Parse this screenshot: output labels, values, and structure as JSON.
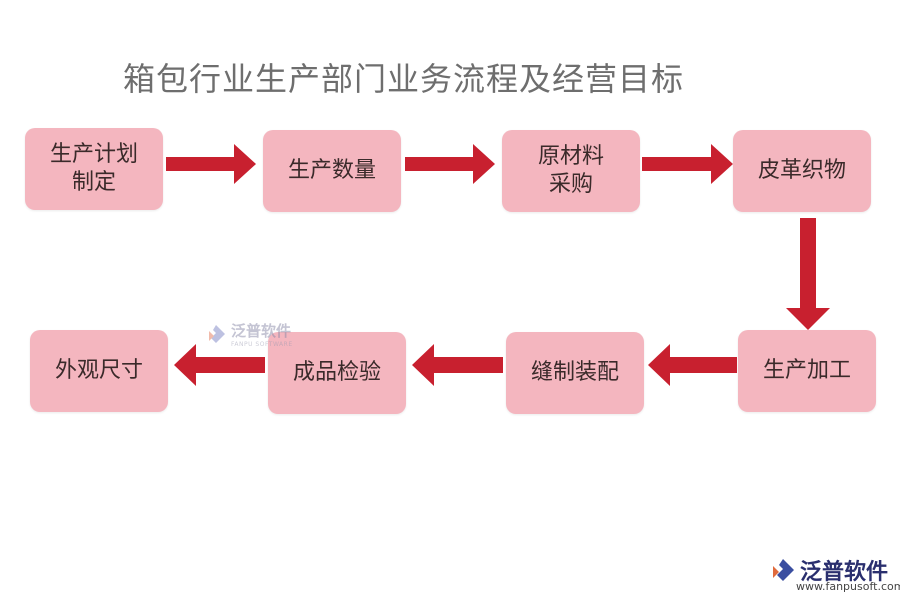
{
  "title": "箱包行业生产部门业务流程及经营目标",
  "steps": [
    {
      "label": "生产计划\n制定"
    },
    {
      "label": "生产数量"
    },
    {
      "label": "原材料\n采购"
    },
    {
      "label": "皮革织物"
    },
    {
      "label": "生产加工"
    },
    {
      "label": "缝制装配"
    },
    {
      "label": "成品检验"
    },
    {
      "label": "外观尺寸"
    }
  ],
  "colors": {
    "box": "#f4b6bf",
    "arrow": "#c8202f",
    "title": "#6e6e6e"
  },
  "watermark": {
    "cn": "泛普软件",
    "en": "FANPU SOFTWARE"
  },
  "logo": {
    "cn": "泛普软件",
    "url": "www.fanpusoft.com"
  }
}
